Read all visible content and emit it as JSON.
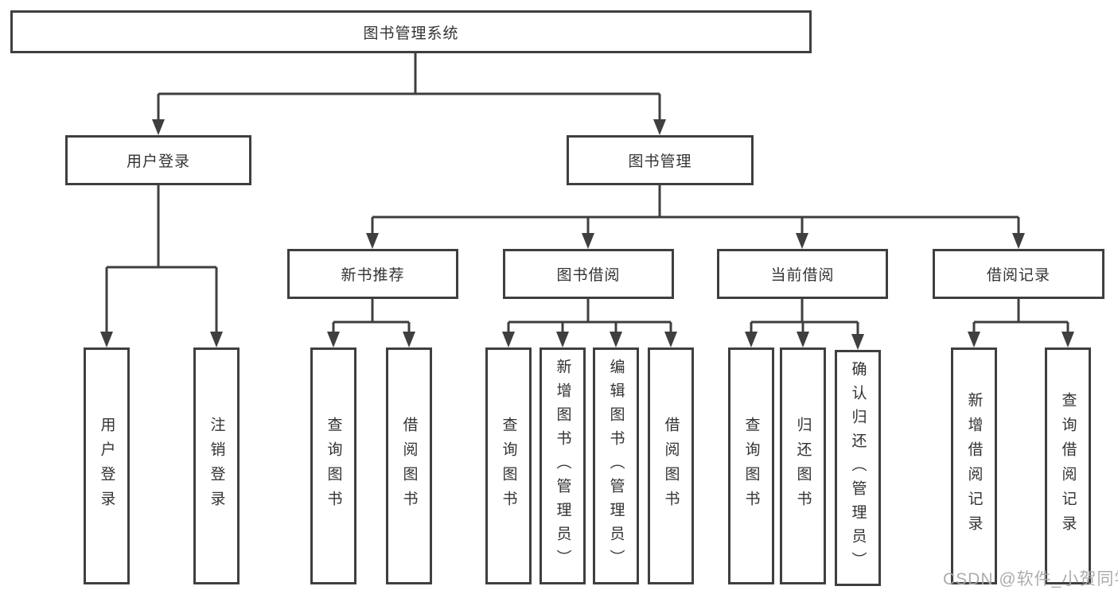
{
  "diagram_title": "图书管理系统",
  "tree": {
    "root": {
      "label": "图书管理系统"
    },
    "level2": [
      {
        "label": "用户登录"
      },
      {
        "label": "图书管理"
      }
    ],
    "level3": [
      {
        "label": "新书推荐",
        "parent": "图书管理"
      },
      {
        "label": "图书借阅",
        "parent": "图书管理"
      },
      {
        "label": "当前借阅",
        "parent": "图书管理"
      },
      {
        "label": "借阅记录",
        "parent": "图书管理"
      }
    ],
    "leaves": [
      {
        "label": "用户登录",
        "parent": "用户登录"
      },
      {
        "label": "注销登录",
        "parent": "用户登录"
      },
      {
        "label": "查询图书",
        "parent": "新书推荐"
      },
      {
        "label": "借阅图书",
        "parent": "新书推荐"
      },
      {
        "label": "查询图书",
        "parent": "图书借阅"
      },
      {
        "label": "新增图书（管理员）",
        "parent": "图书借阅"
      },
      {
        "label": "编辑图书（管理员）",
        "parent": "图书借阅"
      },
      {
        "label": "借阅图书",
        "parent": "图书借阅"
      },
      {
        "label": "查询图书",
        "parent": "当前借阅"
      },
      {
        "label": "归还图书",
        "parent": "当前借阅"
      },
      {
        "label": "确认归还（管理员）",
        "parent": "当前借阅"
      },
      {
        "label": "新增借阅记录",
        "parent": "借阅记录"
      },
      {
        "label": "查询借阅记录",
        "parent": "借阅记录"
      }
    ]
  },
  "watermark": "CSDN @软件_小贺同学",
  "colors": {
    "line": "#3f3f3f",
    "box_border": "#3f3f3f",
    "text": "#333333",
    "watermark": "#a8a8aa",
    "background": "#ffffff"
  }
}
